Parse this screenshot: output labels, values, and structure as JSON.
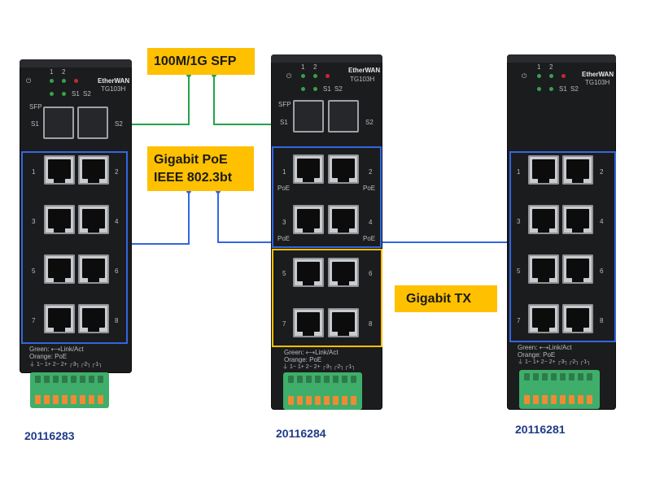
{
  "colors": {
    "sfp_line": "#21a34a",
    "poe_line": "#3366e0",
    "gigabit_tx": "#ffc000"
  },
  "callouts": {
    "sfp": "100M/1G SFP",
    "poe_line1": "Gigabit PoE",
    "poe_line2": "IEEE 802.3bt",
    "tx": "Gigabit TX"
  },
  "models": {
    "left": "20116283",
    "middle": "20116284",
    "right": "20116281"
  },
  "device": {
    "brand": "EtherWAN",
    "model": "TG103H",
    "led_labels": {
      "one": "1",
      "two": "2",
      "s1": "S1",
      "s2": "S2"
    },
    "sfp_label": "SFP",
    "port_labels": [
      "1",
      "2",
      "3",
      "4",
      "5",
      "6",
      "7",
      "8"
    ],
    "poe_tag": "PoE",
    "legend_line1": "Green: ⟷Link/Act",
    "legend_line2": "Orange: PoE",
    "terminal_labels": "⏚ 1− 1+ 2− 2+ ┌3┐┌2┐┌1┐"
  }
}
